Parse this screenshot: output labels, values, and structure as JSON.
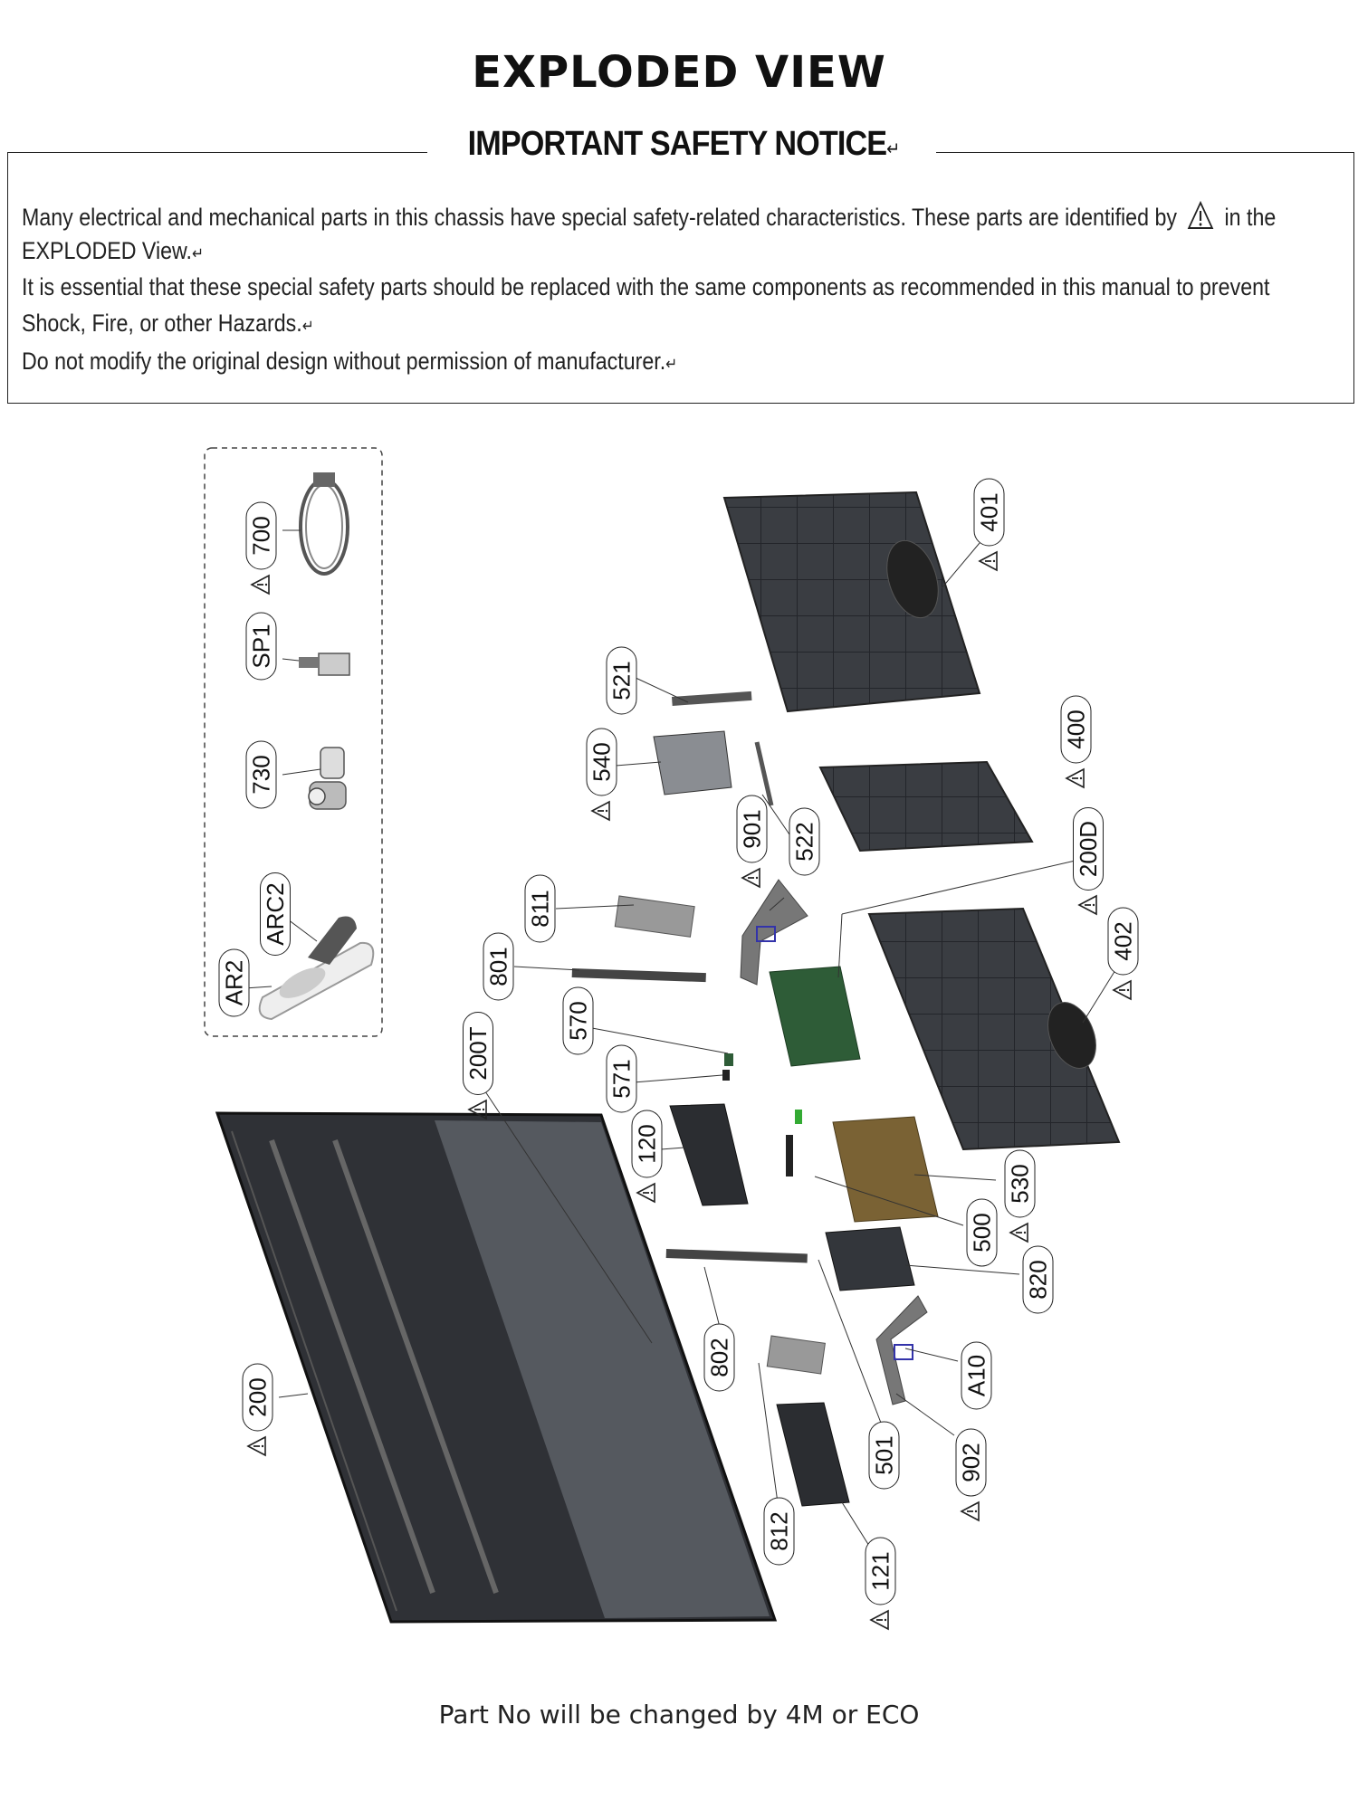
{
  "title": "EXPLODED VIEW",
  "notice": {
    "heading": "IMPORTANT SAFETY NOTICE",
    "line1": "Many electrical and mechanical  parts in this chassis have  special safety-related characteristics.  These  parts are  identified by",
    "line1_end": "in the",
    "line2": "EXPLODED View.",
    "line3": "It is essential that these  special safety parts should be replaced with the  same  components as recommended in this manual to prevent",
    "line4": "Shock, Fire,  or other Hazards.",
    "line5": "Do not modify the original design without permission of manufacturer.",
    "symbol_icon": "warning-triangle-icon"
  },
  "accessories": [
    {
      "label": "700",
      "safety": true
    },
    {
      "label": "SP1",
      "safety": false
    },
    {
      "label": "730",
      "safety": false
    },
    {
      "label": "ARC2",
      "safety": false
    },
    {
      "label": "AR2",
      "safety": false
    }
  ],
  "parts": [
    {
      "label": "401",
      "safety": true
    },
    {
      "label": "400",
      "safety": true
    },
    {
      "label": "521",
      "safety": false
    },
    {
      "label": "540",
      "safety": true
    },
    {
      "label": "522",
      "safety": false
    },
    {
      "label": "901",
      "safety": true
    },
    {
      "label": "200D",
      "safety": true
    },
    {
      "label": "402",
      "safety": true
    },
    {
      "label": "811",
      "safety": false
    },
    {
      "label": "801",
      "safety": false
    },
    {
      "label": "570",
      "safety": false
    },
    {
      "label": "571",
      "safety": false
    },
    {
      "label": "200T",
      "safety": true
    },
    {
      "label": "120",
      "safety": true
    },
    {
      "label": "530",
      "safety": true
    },
    {
      "label": "500",
      "safety": false
    },
    {
      "label": "820",
      "safety": false
    },
    {
      "label": "802",
      "safety": false
    },
    {
      "label": "A10",
      "safety": false
    },
    {
      "label": "200",
      "safety": true
    },
    {
      "label": "501",
      "safety": false
    },
    {
      "label": "902",
      "safety": true
    },
    {
      "label": "812",
      "safety": false
    },
    {
      "label": "121",
      "safety": true
    }
  ],
  "footer": "Part No will be changed by 4M or ECO"
}
